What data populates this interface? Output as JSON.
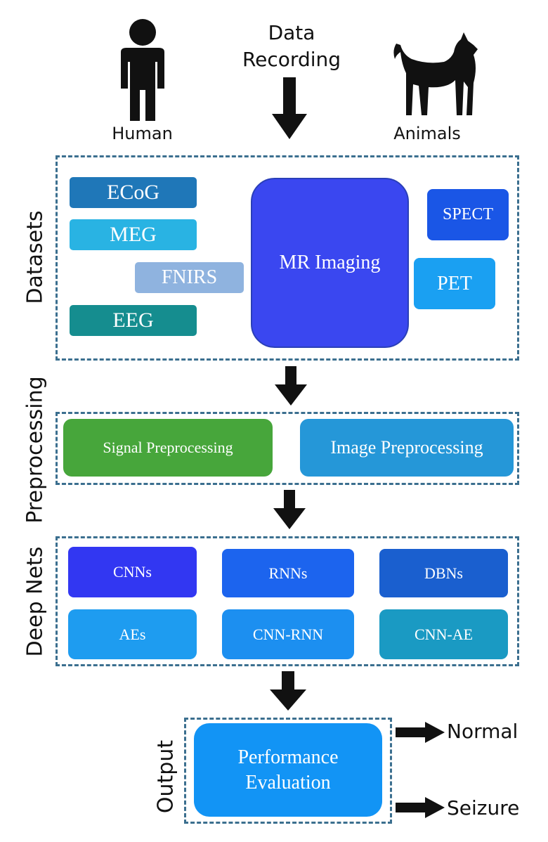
{
  "sources": {
    "human_label": "Human",
    "animals_label": "Animals",
    "recording_line1": "Data",
    "recording_line2": "Recording"
  },
  "stages": {
    "datasets": "Datasets",
    "preprocessing": "Preprocessing",
    "deep_nets": "Deep Nets",
    "output": "Output"
  },
  "datasets": {
    "ecog": "ECoG",
    "meg": "MEG",
    "fnirs": "FNIRS",
    "eeg": "EEG",
    "mri": "MR Imaging",
    "spect": "SPECT",
    "pet": "PET"
  },
  "preprocessing": {
    "signal": "Signal Preprocessing",
    "image": "Image Preprocessing"
  },
  "deep_nets": {
    "cnns": "CNNs",
    "rnns": "RNNs",
    "dbns": "DBNs",
    "aes": "AEs",
    "cnn_rnn": "CNN-RNN",
    "cnn_ae": "CNN-AE"
  },
  "output": {
    "evaluation_line1": "Performance",
    "evaluation_line2": "Evaluation",
    "normal": "Normal",
    "seizure": "Seizure"
  },
  "colors": {
    "dash_border": "#3b6f8f",
    "ecog": "#1f77b8",
    "meg": "#29b3e3",
    "fnirs": "#8fb3df",
    "eeg": "#158d8f",
    "mri": "#3a47f0",
    "spect": "#1a56e6",
    "pet": "#1aa0f2",
    "signal": "#47a63b",
    "image": "#2597d8",
    "cnns": "#3237f2",
    "rnns": "#1c64ee",
    "dbns": "#1a5fcf",
    "aes": "#1e9cf0",
    "cnn_rnn": "#1c8ff0",
    "cnn_ae": "#1a9ac3",
    "evaluation": "#1294f5"
  }
}
